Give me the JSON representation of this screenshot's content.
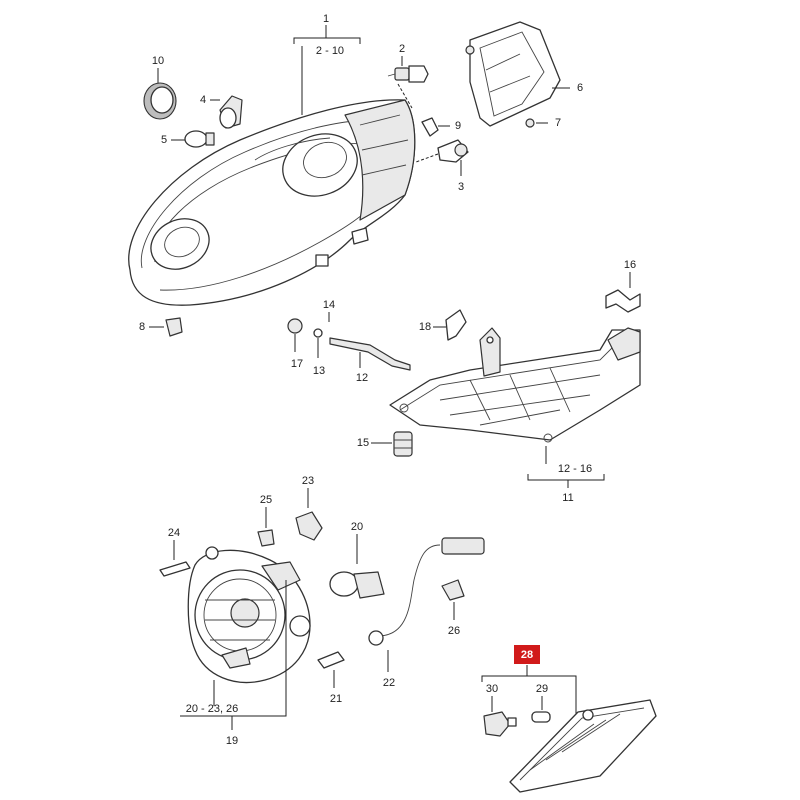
{
  "callouts": [
    {
      "id": "c1",
      "text": "1"
    },
    {
      "id": "c1r",
      "text": "2 - 10"
    },
    {
      "id": "c2",
      "text": "2"
    },
    {
      "id": "c3",
      "text": "3"
    },
    {
      "id": "c4",
      "text": "4"
    },
    {
      "id": "c5",
      "text": "5"
    },
    {
      "id": "c6",
      "text": "6"
    },
    {
      "id": "c7",
      "text": "7"
    },
    {
      "id": "c8",
      "text": "8"
    },
    {
      "id": "c9",
      "text": "9"
    },
    {
      "id": "c10",
      "text": "10"
    },
    {
      "id": "c11r",
      "text": "12 - 16"
    },
    {
      "id": "c11",
      "text": "11"
    },
    {
      "id": "c12",
      "text": "12"
    },
    {
      "id": "c13",
      "text": "13"
    },
    {
      "id": "c14",
      "text": "14"
    },
    {
      "id": "c15",
      "text": "15"
    },
    {
      "id": "c16",
      "text": "16"
    },
    {
      "id": "c17",
      "text": "17"
    },
    {
      "id": "c18",
      "text": "18"
    },
    {
      "id": "c19r",
      "text": "20 - 23, 26"
    },
    {
      "id": "c19",
      "text": "19"
    },
    {
      "id": "c20",
      "text": "20"
    },
    {
      "id": "c21",
      "text": "21"
    },
    {
      "id": "c22",
      "text": "22"
    },
    {
      "id": "c23",
      "text": "23"
    },
    {
      "id": "c24",
      "text": "24"
    },
    {
      "id": "c25",
      "text": "25"
    },
    {
      "id": "c26",
      "text": "26"
    },
    {
      "id": "c28",
      "text": "28",
      "highlighted": true
    },
    {
      "id": "c29",
      "text": "29"
    },
    {
      "id": "c30",
      "text": "30"
    }
  ],
  "highlight_color": "#d11a1a"
}
